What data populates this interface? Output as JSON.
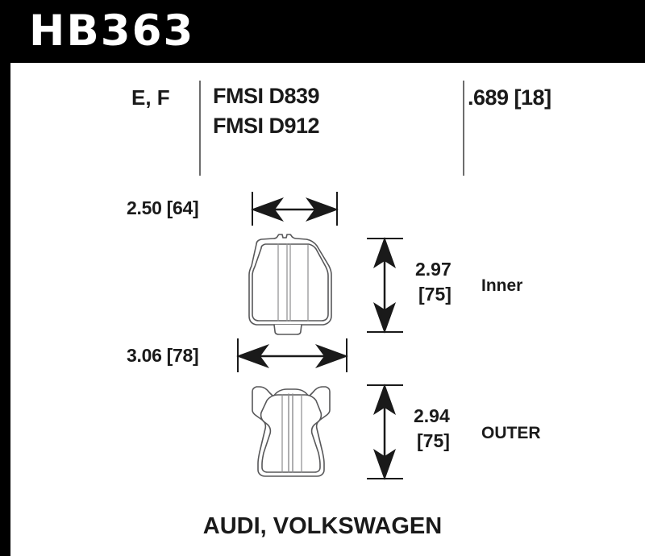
{
  "header": {
    "part_number": "HB363",
    "background_color": "#000000",
    "text_color": "#ffffff"
  },
  "spec_row": {
    "compound_codes": "E, F",
    "fmsi_1": "FMSI D839",
    "fmsi_2": "FMSI D912",
    "thickness": ".689 [18]",
    "divider_color": "#6d6d6d"
  },
  "dimensions": {
    "inner_width": "2.50 [64]",
    "outer_width": "3.06 [78]",
    "inner_height_in": "2.97",
    "inner_height_mm": "[75]",
    "outer_height_in": "2.94",
    "outer_height_mm": "[75]"
  },
  "pads": {
    "inner_label": "Inner",
    "outer_label": "OUTER"
  },
  "footer": {
    "brands": "AUDI, VOLKSWAGEN"
  },
  "drawing": {
    "line_color": "#58585a",
    "arrow_color": "#1a1a1a",
    "pad_fill": "#ffffff"
  }
}
